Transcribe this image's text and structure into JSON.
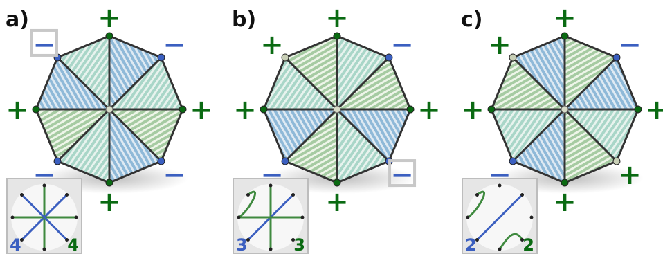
{
  "panels": [
    {
      "label": "a)",
      "vertex_signs": [
        "+",
        "−",
        "+",
        "−",
        "+",
        "−",
        "+",
        "−"
      ],
      "highlighted_vertex": 7,
      "inset_counts": {
        "negative": "4",
        "positive": "4"
      }
    },
    {
      "label": "b)",
      "vertex_signs": [
        "+",
        "−",
        "+",
        "−",
        "+",
        "−",
        "+",
        "+"
      ],
      "highlighted_vertex": 3,
      "inset_counts": {
        "negative": "3",
        "positive": "3"
      }
    },
    {
      "label": "c)",
      "vertex_signs": [
        "+",
        "−",
        "+",
        "+",
        "+",
        "−",
        "+",
        "+"
      ],
      "highlighted_vertex": null,
      "inset_counts": {
        "negative": "2",
        "positive": "2"
      }
    }
  ],
  "colors": {
    "positive": "#0a6a12",
    "negative": "#3b5fc0",
    "highlight_box": "#c8c8c8",
    "inset_bg": "#e6e6e6"
  }
}
